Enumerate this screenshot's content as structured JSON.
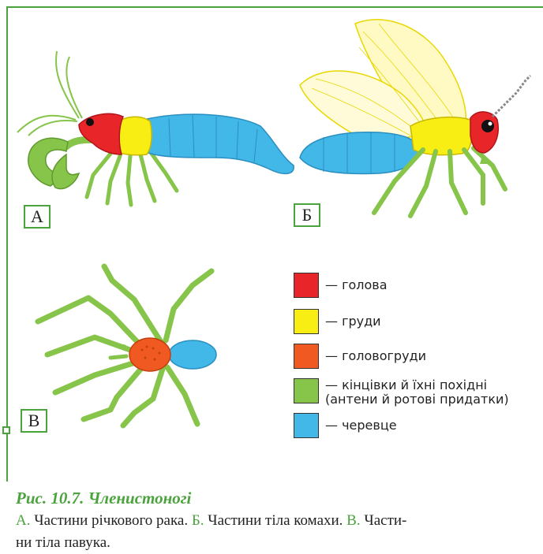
{
  "labels": {
    "a": "А",
    "b": "Б",
    "c": "В"
  },
  "colors": {
    "head": "#e8262a",
    "thorax": "#f8ee14",
    "cephalothorax": "#f05a22",
    "limbs": "#86c44a",
    "abdomen": "#42b8e8",
    "frame": "#4aa33c"
  },
  "legend": [
    {
      "color": "#e8262a",
      "text": "— голова"
    },
    {
      "color": "#f8ee14",
      "text": "— груди"
    },
    {
      "color": "#f05a22",
      "text": "— головогруди"
    },
    {
      "color": "#86c44a",
      "text": "— кінцівки й їхні похідні",
      "text2": "(антени й ротові придатки)"
    },
    {
      "color": "#42b8e8",
      "text": "— черевце"
    }
  ],
  "caption": {
    "title": "Рис. 10.7. Членистоногі",
    "a_letter": "А.",
    "a_text": " Частини річкового рака. ",
    "b_letter": "Б.",
    "b_text": " Частини тіла комахи. ",
    "c_letter": "В.",
    "c_text_1": " Части-",
    "c_text_2": "ни тіла павука."
  }
}
